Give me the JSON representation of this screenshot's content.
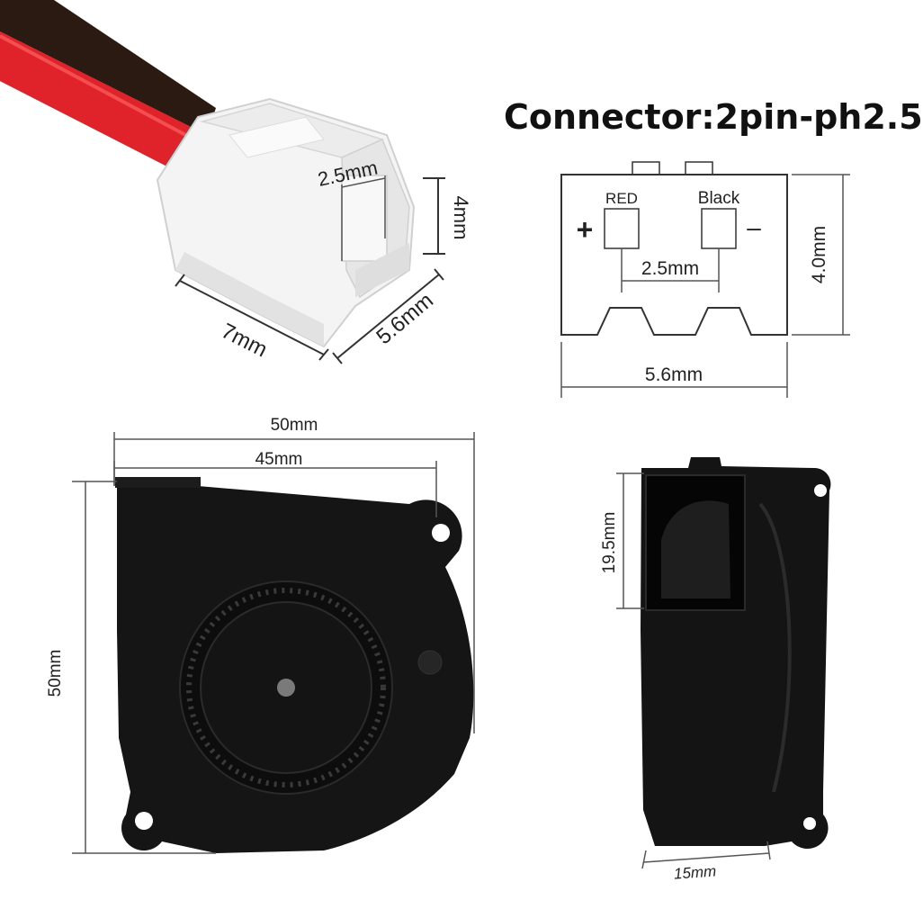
{
  "heading": "Connector:2pin-ph2.5",
  "connector_photo": {
    "pitch": "2.5mm",
    "height": "4mm",
    "length": "7mm",
    "width": "5.6mm"
  },
  "connector_drawing": {
    "pin_left_label": "RED",
    "pin_right_label": "Black",
    "plus_sign": "+",
    "minus_sign": "–",
    "pitch": "2.5mm",
    "height": "4.0mm",
    "width": "5.6mm"
  },
  "fan_front": {
    "outer_width": "50mm",
    "hole_spacing": "45mm",
    "height": "50mm"
  },
  "fan_side": {
    "outlet_height": "19.5mm",
    "thickness": "15mm"
  },
  "colors": {
    "wire_red": "#e0232b",
    "wire_black": "#2a1a12",
    "connector_white": "#f4f4f4",
    "fan_body": "#151515"
  }
}
